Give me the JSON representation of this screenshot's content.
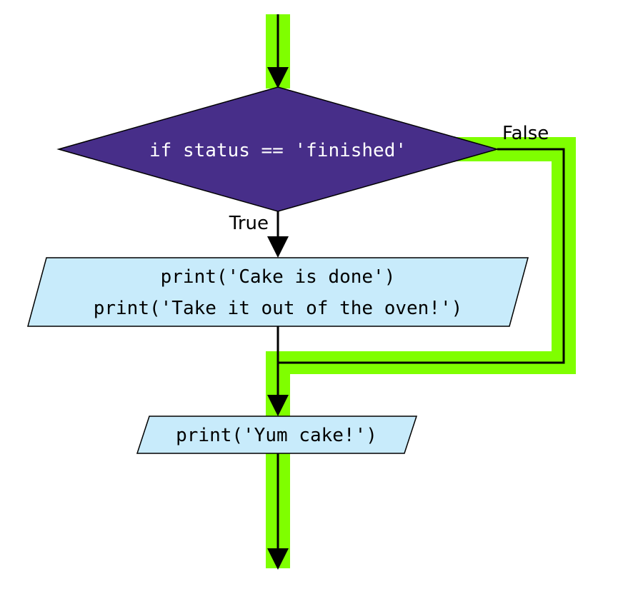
{
  "decision": {
    "text": "if status == 'finished'",
    "true_label": "True",
    "false_label": "False"
  },
  "true_block": {
    "line1": "print('Cake is done')",
    "line2": "print('Take it out of the oven!')"
  },
  "after_block": {
    "line1": "print('Yum cake!')"
  },
  "colors": {
    "highlight_path": "#7fff00",
    "decision_fill": "#472e89",
    "decision_text": "#ffffff",
    "process_fill": "#c8ebfb",
    "line": "#000000"
  }
}
